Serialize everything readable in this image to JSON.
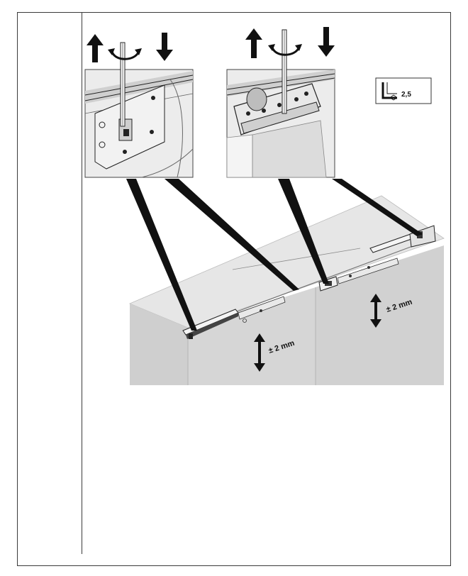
{
  "labels": {
    "hex_key_size": "2,5",
    "adjust_left": "± 2 mm",
    "adjust_right": "± 2 mm"
  },
  "colors": {
    "frame": "#3a3a3a",
    "panel_light": "#e4e4e4",
    "panel_mid": "#d2d2d2",
    "panel_dark": "#bdbdbd",
    "ink": "#111111"
  },
  "icons": {
    "up": "arrow-up-icon",
    "down": "arrow-down-icon",
    "rotate": "rotate-arrow-icon",
    "hex": "hex-key-icon"
  }
}
